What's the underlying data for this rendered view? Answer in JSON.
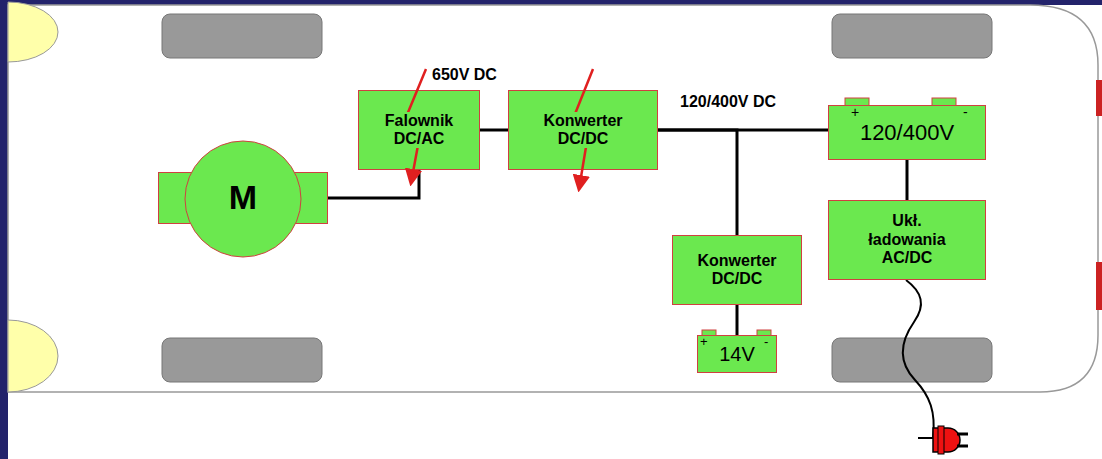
{
  "diagram": {
    "nodes": [
      {
        "text": [
          "Falownik DC/AC"
        ]
      },
      {
        "text": [
          "Konwerter DC/DC"
        ]
      },
      {
        "text": [
          "120/400V"
        ]
      },
      {
        "text": [
          "M"
        ]
      },
      {
        "text": [
          "Ukł. ładowania AC/DC"
        ]
      },
      {
        "text": [
          "Konwerter DC/DC"
        ]
      },
      {
        "text": [
          "14V"
        ]
      }
    ],
    "edges": [
      {
        "from": 3,
        "to": 0,
        "arrow": "none"
      },
      {
        "from": 0,
        "to": 1,
        "arrow": "none"
      },
      {
        "from": 1,
        "to": 2,
        "arrow": "none"
      },
      {
        "from": 1,
        "to": 5,
        "arrow": "none"
      },
      {
        "from": 5,
        "to": 6,
        "arrow": "none"
      },
      {
        "from": 2,
        "to": 4,
        "arrow": "none"
      }
    ],
    "labels": [
      "650V DC",
      "120/400V DC",
      "+",
      "-",
      "+",
      "-"
    ]
  }
}
